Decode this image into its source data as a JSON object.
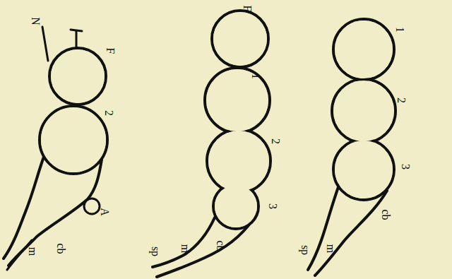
{
  "diagram": {
    "labels": [
      "N",
      "F",
      "2",
      "A",
      "cb",
      "m",
      "F",
      "1",
      "2",
      "3",
      "cb",
      "m",
      "sp",
      "1",
      "2",
      "3",
      "cb",
      "m",
      "sp"
    ]
  }
}
